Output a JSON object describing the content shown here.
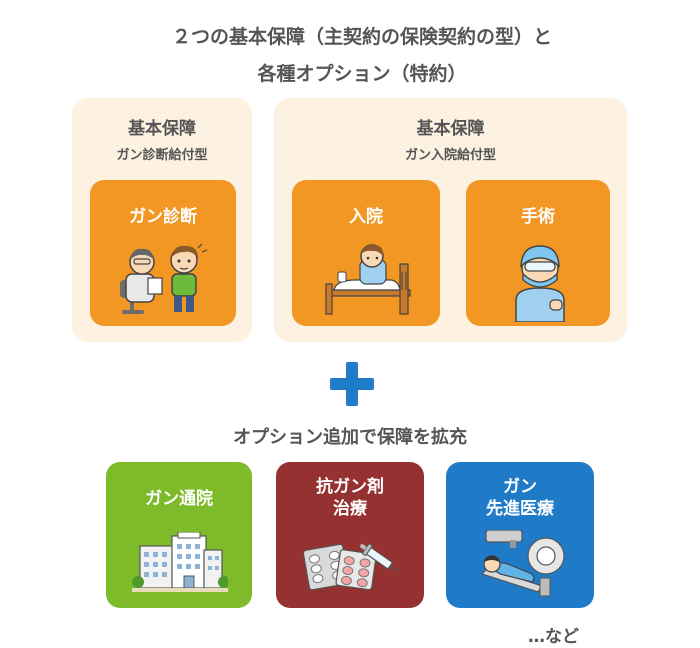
{
  "title": {
    "line1": "２つの基本保障（主契約の保険契約の型）と",
    "line2": "各種オプション（特約）"
  },
  "panels": {
    "diagnosis": {
      "title": "基本保障",
      "subtitle": "ガン診断給付型",
      "card_label": "ガン診断"
    },
    "hospitalization": {
      "title": "基本保障",
      "subtitle": "ガン入院給付型",
      "cards": [
        "入院",
        "手術"
      ]
    }
  },
  "options": {
    "title": "オプション追加で保障を拡充",
    "cards": [
      {
        "line1": "ガン通院",
        "line2": ""
      },
      {
        "line1": "抗ガン剤",
        "line2": "治療"
      },
      {
        "line1": "ガン",
        "line2": "先進医療"
      }
    ],
    "more": "…など"
  },
  "colors": {
    "orange": "#f29624",
    "green": "#7dbb2a",
    "maroon": "#963131",
    "blue": "#1f7bc8",
    "panel_bg": "#fdf1e1"
  }
}
